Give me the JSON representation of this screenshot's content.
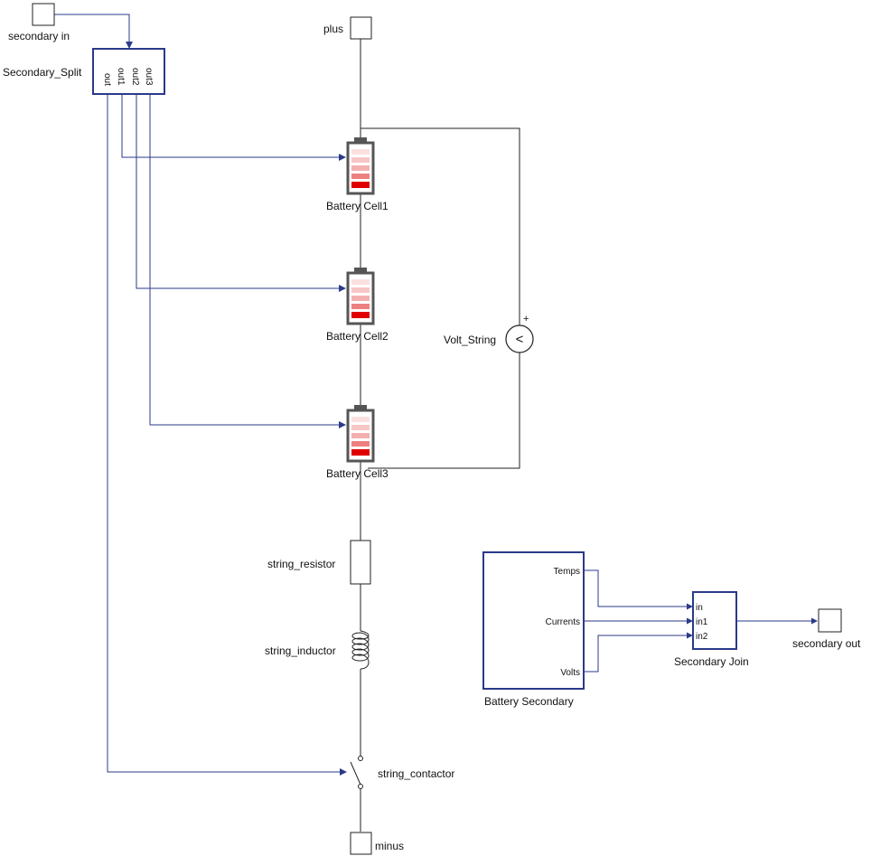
{
  "colors": {
    "signal": "#2b3a8a",
    "physical": "#222222",
    "battery_fill": "#e00000",
    "battery_light": "#f7c6c6",
    "battery_body": "#555555"
  },
  "ports": {
    "secondary_in": "secondary in",
    "plus": "plus",
    "minus": "minus",
    "secondary_out": "secondary out"
  },
  "secondary_split": {
    "label": "Secondary_Split",
    "outputs": [
      "out",
      "out1",
      "out2",
      "out3"
    ]
  },
  "battery_cells": [
    "Battery Cell1",
    "Battery Cell2",
    "Battery Cell3"
  ],
  "volt_string": {
    "label": "Volt_String",
    "polarity": "+",
    "symbol": "<"
  },
  "string_resistor": "string_resistor",
  "string_inductor": "string_inductor",
  "string_contactor": "string_contactor",
  "battery_secondary": {
    "label": "Battery Secondary",
    "ports": [
      "Temps",
      "Currents",
      "Volts"
    ]
  },
  "secondary_join": {
    "label": "Secondary Join",
    "inputs": [
      "in",
      "in1",
      "in2"
    ]
  }
}
